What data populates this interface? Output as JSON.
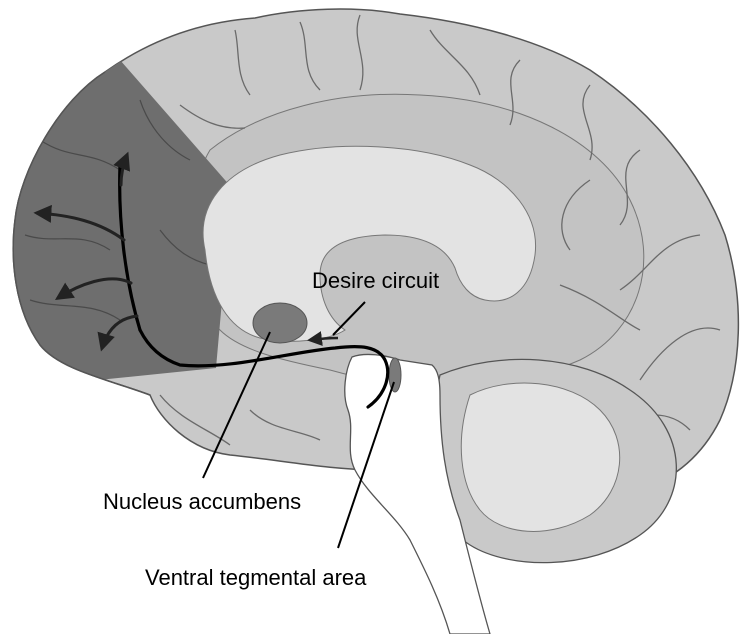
{
  "labels": {
    "desire_circuit": "Desire circuit",
    "nucleus_accumbens": "Nucleus accumbens",
    "ventral_tegmental_area": "Ventral tegmental area"
  },
  "colors": {
    "cortex": "#c9c9c9",
    "cortex_inner": "#c1c1c1",
    "corpus_callosum": "#e3e3e3",
    "prefrontal": "#6e6e6e",
    "nucleus": "#7a7a7a",
    "cerebellum": "#c9c9c9",
    "cerebellum_inner": "#e3e3e3",
    "brainstem": "#ffffff",
    "outline": "#555555",
    "pathway": "#000000"
  }
}
